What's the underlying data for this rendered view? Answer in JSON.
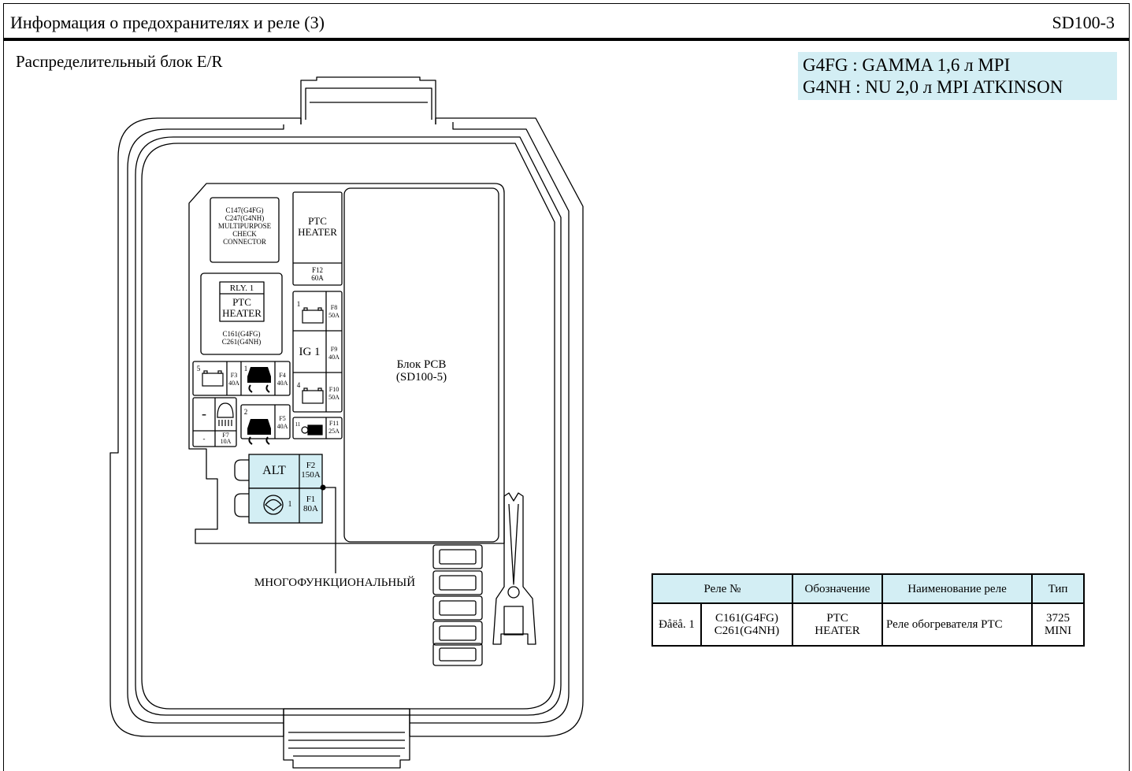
{
  "header": {
    "title": "Информация о предохранителях и реле (3)",
    "code": "SD100-3"
  },
  "subtitle": "Распределительный блок E/R",
  "engines": [
    "G4FG : GAMMA 1,6 л MPI",
    "G4NH : NU 2,0 л MPI ATKINSON"
  ],
  "diagram": {
    "connector": {
      "lines": [
        "C147(G4FG)",
        "C247(G4NH)",
        "MULTIPURPOSE",
        "CHECK",
        "CONNECTOR"
      ]
    },
    "ptc_heater_fuse": {
      "name": "PTC HEATER",
      "fuse": "F12",
      "amp": "60A"
    },
    "relay": {
      "id": "RLY. 1",
      "name": "PTC HEATER",
      "conn1": "C161(G4FG)",
      "conn2": "C261(G4NH)"
    },
    "fuses": {
      "f3": {
        "num": "5",
        "fuse": "F3",
        "amp": "40A"
      },
      "f4": {
        "num": "1",
        "fuse": "F4",
        "amp": "40A"
      },
      "f5": {
        "num": "2",
        "fuse": "F5",
        "amp": "40A"
      },
      "f7": {
        "fuse": "F7",
        "amp": "10A",
        "minus1": "-",
        "minus2": "-"
      },
      "f8": {
        "num": "1",
        "fuse": "F8",
        "amp": "50A"
      },
      "f9": {
        "name": "IG 1",
        "fuse": "F9",
        "amp": "40A"
      },
      "f10": {
        "num": "4",
        "fuse": "F10",
        "amp": "50A"
      },
      "f11": {
        "num": "11",
        "fuse": "F11",
        "amp": "25A"
      },
      "f2": {
        "name": "ALT",
        "fuse": "F2",
        "amp": "150A"
      },
      "f1": {
        "num": "1",
        "fuse": "F1",
        "amp": "80A"
      }
    },
    "pcb": {
      "name": "Блок PCB",
      "ref": "(SD100-5)"
    },
    "multifunction_label": "МНОГОФУНКЦИОНАЛЬНЫЙ"
  },
  "relay_table": {
    "headers": [
      "Реле №",
      "Обозначение",
      "Наименование реле",
      "Тип"
    ],
    "row": {
      "id": "Đåëå. 1",
      "conn1": "C161(G4FG)",
      "conn2": "C261(G4NH)",
      "designation1": "PTC",
      "designation2": "HEATER",
      "name": "Реле обогревателя PTC",
      "type1": "3725",
      "type2": "MINI"
    }
  },
  "colors": {
    "highlight": "#d3eef4",
    "line": "#000000"
  }
}
